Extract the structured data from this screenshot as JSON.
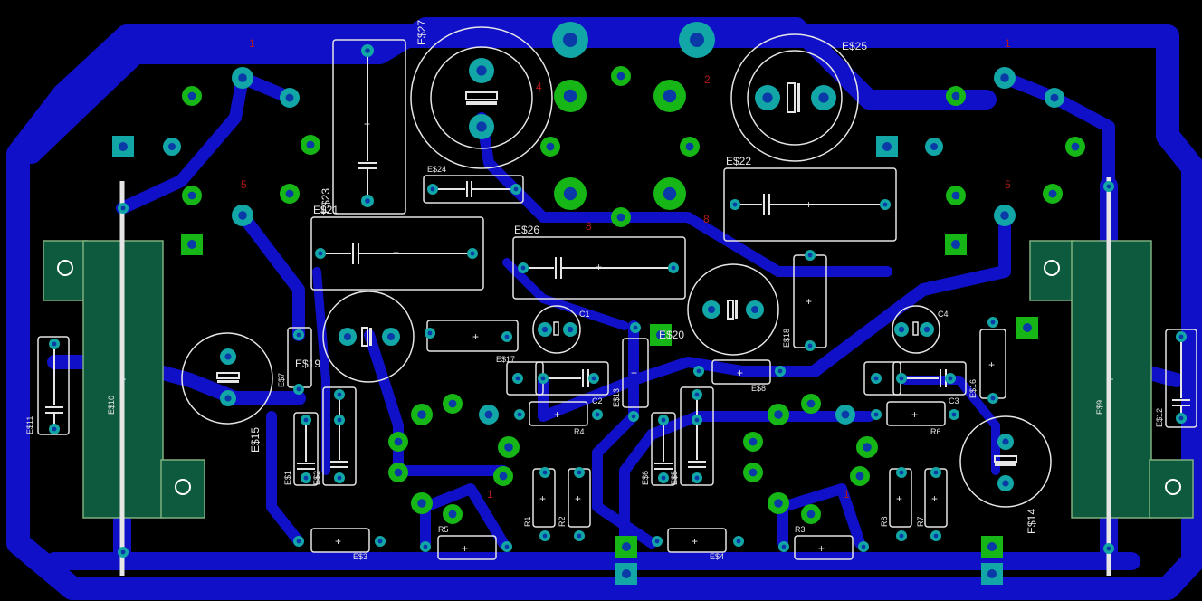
{
  "colors": {
    "background": "#000000",
    "trace": "#1010c8",
    "pad_cyan": "#12a6a6",
    "pad_green": "#16b616",
    "silk": "#e6e6e6",
    "pin_label": "#b21a1a",
    "heatsink": "#0e5a3e"
  },
  "pin_labels": [
    "1",
    "4",
    "2",
    "5",
    "8",
    "8",
    "1",
    "5",
    "1",
    "1"
  ],
  "labels": {
    "e27": "E$27",
    "e25": "E$25",
    "e24": "E$24",
    "e22": "E$22",
    "e23": "E$23",
    "e21": "E$21",
    "e26": "E$26",
    "e19": "E$19",
    "e17": "E$17",
    "e20": "E$20",
    "e18": "E$18",
    "e16": "E$16",
    "e15": "E$15",
    "e14": "E$14",
    "e13": "E$13",
    "e11": "E$11",
    "e10": "E$10",
    "e9": "E$9",
    "e12": "E$12",
    "e8": "E$8",
    "e7": "E$7",
    "e6": "E$6",
    "e5": "E$5",
    "e4": "E$4",
    "e3": "E$3",
    "e2": "E$2",
    "e1": "E$1",
    "c1": "C1",
    "c2": "C2",
    "c3": "C3",
    "c4": "C4",
    "r1": "R1",
    "r2": "R2",
    "r3": "R3",
    "r4": "R4",
    "r5": "R5",
    "r6": "R6",
    "r7": "R7",
    "r8": "R8"
  }
}
